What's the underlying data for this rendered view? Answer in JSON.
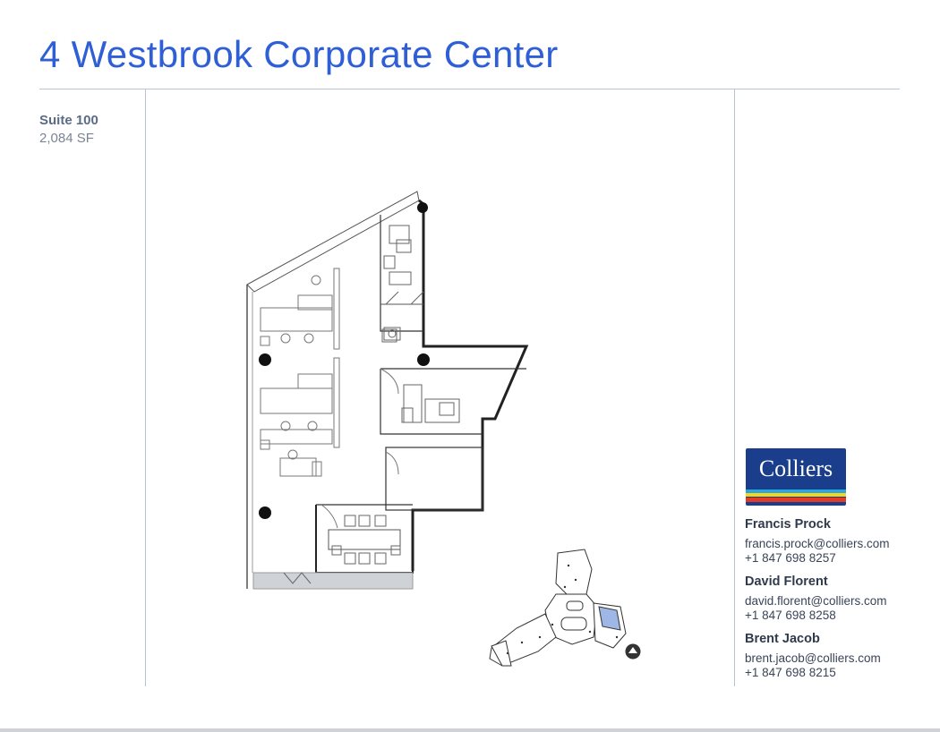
{
  "header": {
    "title": "4 Westbrook Corporate Center"
  },
  "suite": {
    "name": "Suite 100",
    "size": "2,084 SF"
  },
  "brand": {
    "logo_text": "Colliers",
    "colors": {
      "title": "#2f5fd6",
      "logo_background": "#1b3e8c",
      "band_cyan": "#2aa7e0",
      "band_yellow": "#f7d618",
      "band_red": "#e03a2b",
      "suite_highlight": "#9fb7e6"
    }
  },
  "contacts": [
    {
      "name": "Francis Prock",
      "email": "francis.prock@colliers.com",
      "phone": "+1 847 698 8257"
    },
    {
      "name": "David Florent",
      "email": "david.florent@colliers.com",
      "phone": "+1 847 698 8258"
    },
    {
      "name": "Brent Jacob",
      "email": "brent.jacob@colliers.com",
      "phone": "+1 847 698 8215"
    }
  ],
  "icons": {
    "floor_plan": "floor-plan-drawing",
    "key_plan": "building-key-plan",
    "north_arrow": "north-arrow-icon"
  }
}
